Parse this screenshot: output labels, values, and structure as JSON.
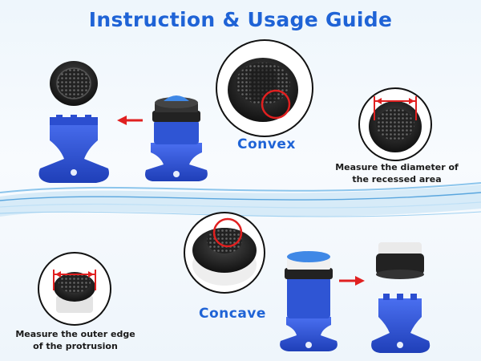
{
  "title": "Instruction & Usage Guide",
  "convex_label": "Convex",
  "concave_label": "Concave",
  "caption_recessed": {
    "line1": "Measure the diameter of",
    "line2": "the recessed area"
  },
  "caption_protrusion": {
    "line1": "Measure the outer edge",
    "line2": "of the protrusion"
  },
  "colors": {
    "title_blue": "#1f63d6",
    "key_blue": "#2f55d4",
    "highlight_red": "#e02020",
    "insert_blue": "#3f88e6"
  }
}
